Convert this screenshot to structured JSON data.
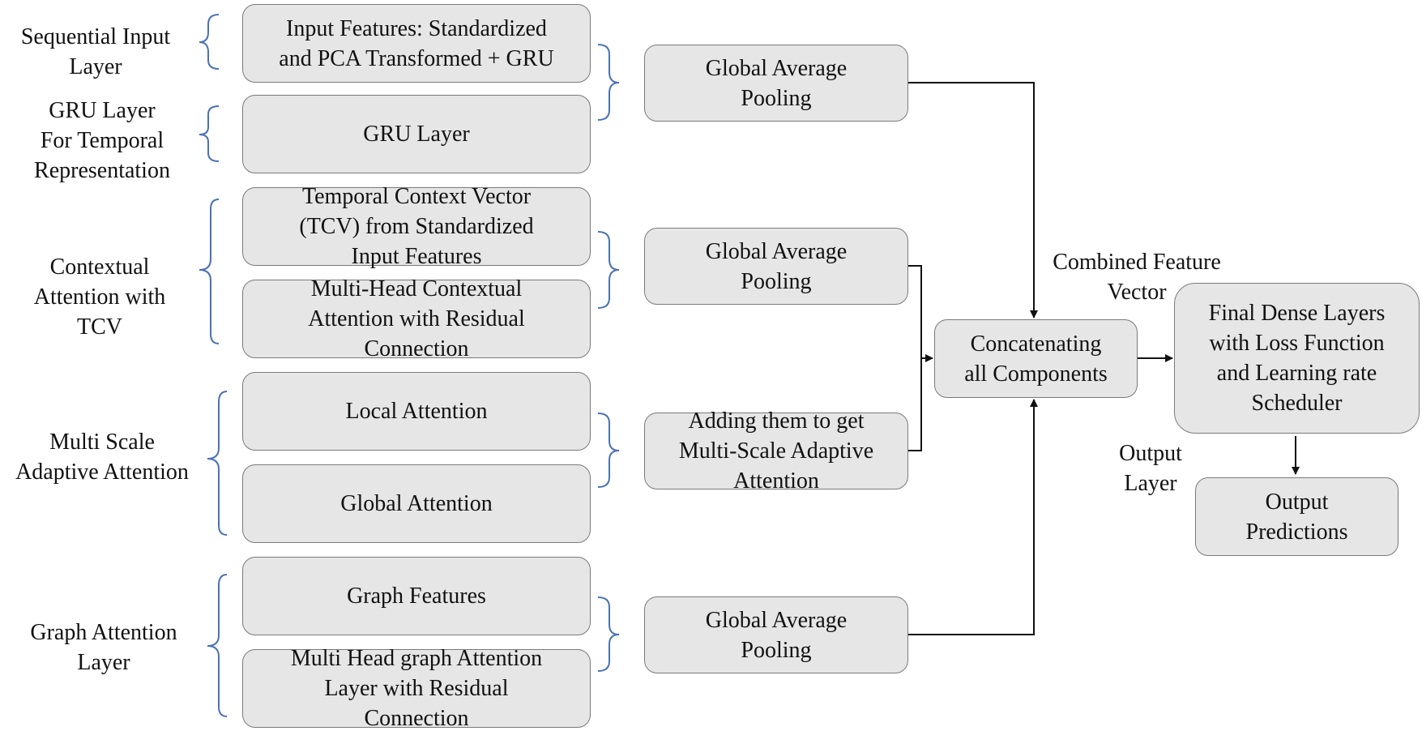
{
  "side_labels": {
    "sequential_input": "Sequential Input\nLayer",
    "gru_temporal": "GRU Layer\nFor Temporal\nRepresentation",
    "contextual_attention": "Contextual\nAttention with\nTCV",
    "multi_scale": "Multi Scale\nAdaptive Attention",
    "graph_attention": "Graph Attention\nLayer",
    "combined_vector": "Combined Feature\nVector",
    "output_layer": "Output\nLayer"
  },
  "boxes": {
    "input_features": "Input Features: Standardized\nand PCA Transformed + GRU",
    "gru_layer": "GRU Layer",
    "tcv": "Temporal Context Vector\n(TCV) from Standardized\nInput Features",
    "multi_head_contextual": "Multi-Head Contextual\nAttention with Residual\nConnection",
    "local_attention": "Local Attention",
    "global_attention": "Global Attention",
    "graph_features": "Graph Features",
    "multi_head_graph": "Multi Head graph Attention\nLayer with Residual\nConnection",
    "gap_1": "Global Average\nPooling",
    "gap_2": "Global Average\nPooling",
    "adding_multi_scale": "Adding them to get\nMulti-Scale Adaptive\nAttention",
    "gap_3": "Global Average\nPooling",
    "concatenating": "Concatenating\nall Components",
    "final_dense": "Final Dense Layers\nwith Loss Function\nand Learning rate\nScheduler",
    "output_predictions": "Output\nPredictions"
  },
  "colors": {
    "box_fill": "#e6e6e6",
    "box_border": "#7a7a7a",
    "bracket": "#4a72b5",
    "arrow": "#111111",
    "text": "#111111"
  }
}
